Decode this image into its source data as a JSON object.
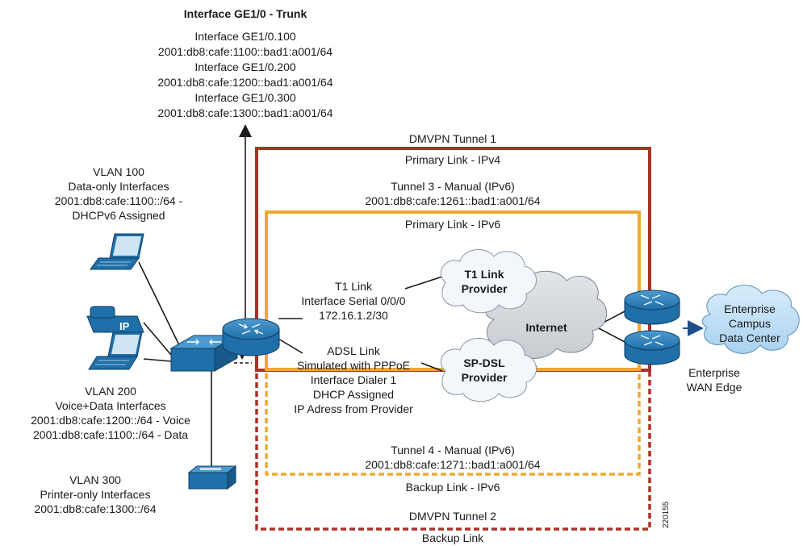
{
  "trunk": {
    "title": "Interface GE1/0 - Trunk",
    "lines": [
      "Interface GE1/0.100",
      "2001:db8:cafe:1100::bad1:a001/64",
      "Interface GE1/0.200",
      "2001:db8:cafe:1200::bad1:a001/64",
      "Interface GE1/0.300",
      "2001:db8:cafe:1300::bad1:a001/64"
    ]
  },
  "vlan100": [
    "VLAN 100",
    "Data-only Interfaces",
    "2001:db8:cafe:1100::/64 -",
    "DHCPv6 Assigned"
  ],
  "vlan200": [
    "VLAN 200",
    "Voice+Data Interfaces",
    "2001:db8:cafe:1200::/64 - Voice",
    "2001:db8:cafe:1100::/64 - Data"
  ],
  "vlan300": [
    "VLAN 300",
    "Printer-only Interfaces",
    "2001:db8:cafe:1300::/64"
  ],
  "tunnel1": {
    "title": "DMVPN Tunnel 1",
    "sub": "Primary Link - IPv4"
  },
  "tunnel3": {
    "line1": "Tunnel 3 - Manual (IPv6)",
    "line2": "2001:db8:cafe:1261::bad1:a001/64",
    "sub": "Primary Link - IPv6"
  },
  "t1link": [
    "T1 Link",
    "Interface Serial 0/0/0",
    "172.16.1.2/30"
  ],
  "adsl": [
    "ADSL Link",
    "Simulated with PPPoE",
    "Interface Dialer 1",
    "DHCP Assigned",
    "IP Adress from Provider"
  ],
  "clouds": {
    "t1": [
      "T1 Link",
      "Provider"
    ],
    "dsl": [
      "SP-DSL",
      "Provider"
    ],
    "internet": "Internet",
    "enterprise": [
      "Enterprise",
      "Campus",
      "Data Center"
    ]
  },
  "wan_edge": [
    "Enterprise",
    "WAN Edge"
  ],
  "tunnel4": {
    "line1": "Tunnel 4 - Manual (IPv6)",
    "line2": "2001:db8:cafe:1271::bad1:a001/64",
    "sub": "Backup Link - IPv6"
  },
  "tunnel2": {
    "title": "DMVPN Tunnel 2",
    "sub": "Backup Link"
  },
  "phone_label": "IP",
  "figure_id": "220155",
  "colors": {
    "tunnel_ipv4": "#a93226",
    "tunnel_ipv6": "#f0a830",
    "device_blue": "#1f6fa8",
    "cloud_light": "#eef5fb",
    "cloud_gray": "#d5d9dd"
  }
}
